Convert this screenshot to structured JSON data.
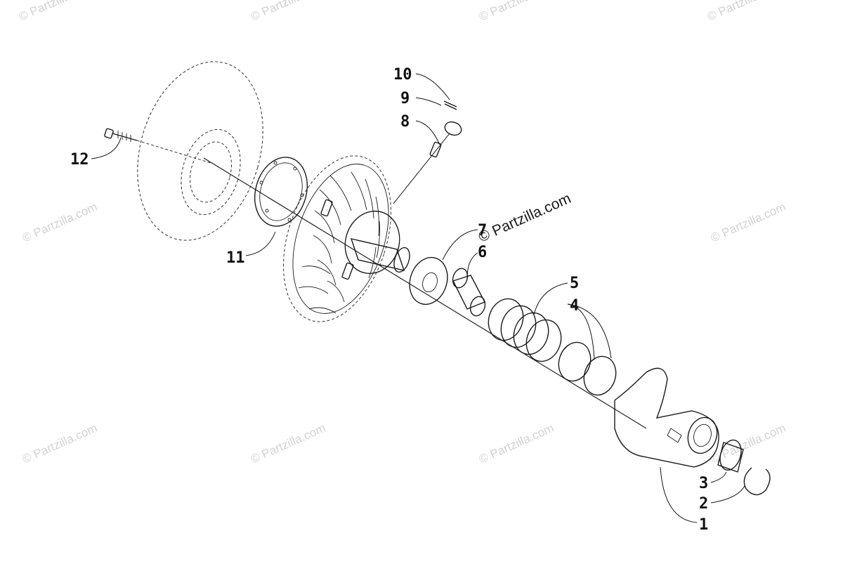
{
  "watermark": {
    "text": "© Partzilla.com",
    "center_text": "© Partzilla.com"
  },
  "callouts": [
    "1",
    "2",
    "3",
    "4",
    "5",
    "6",
    "7",
    "8",
    "9",
    "10",
    "11",
    "12"
  ]
}
